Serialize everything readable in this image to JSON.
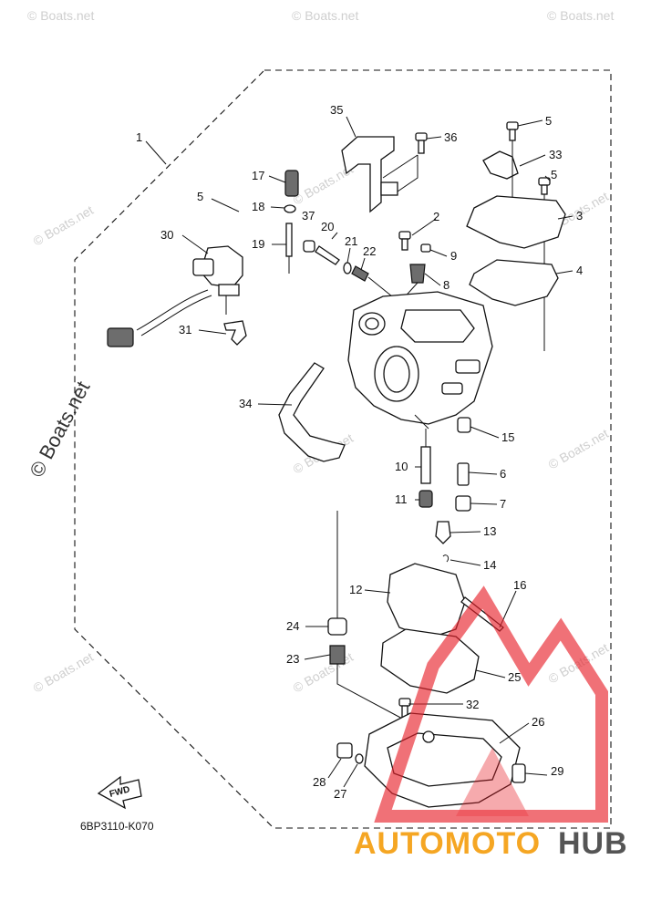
{
  "diagram_code": "6BP3110-K070",
  "fwd_label": "FWD",
  "watermark_text": "© Boats.net",
  "side_watermark": "© Boats.net",
  "brand": {
    "part1": "AUTOMOTO",
    "part2": "HUB",
    "color1": "#f5a623",
    "color2": "#555555",
    "logo_color": "#e8212b"
  },
  "callouts": [
    "1",
    "2",
    "3",
    "4",
    "5",
    "5",
    "5",
    "6",
    "7",
    "8",
    "9",
    "10",
    "11",
    "12",
    "13",
    "14",
    "15",
    "16",
    "17",
    "18",
    "19",
    "20",
    "21",
    "22",
    "23",
    "24",
    "25",
    "26",
    "27",
    "28",
    "29",
    "30",
    "31",
    "32",
    "33",
    "34",
    "35",
    "36",
    "37"
  ]
}
